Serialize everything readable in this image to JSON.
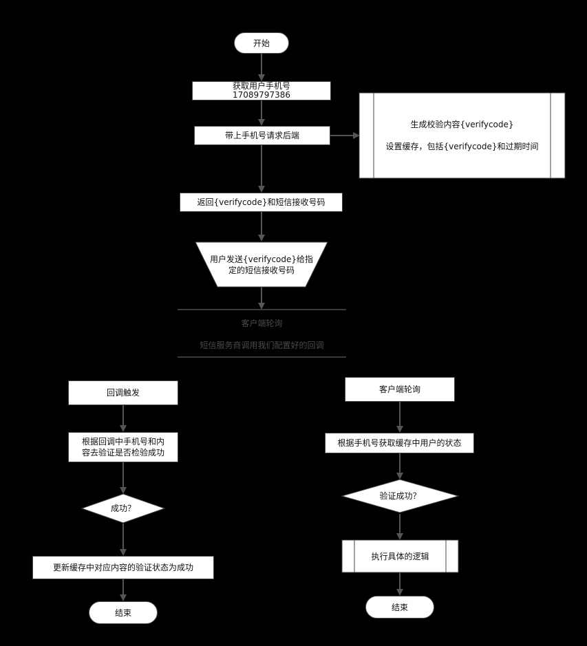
{
  "nodes": {
    "start": "开始",
    "get_phone_l1": "获取用户手机号",
    "get_phone_l2": "17089797386",
    "request_backend": "带上手机号请求后端",
    "server_l1": "生成校验内容{verifycode}",
    "server_l2": "设置缓存，包括{verifycode}和过期时间",
    "return_code": "返回{verifycode}和短信接收号码",
    "user_send_l1": "用户发送{verifycode}给指",
    "user_send_l2": "定的短信接收号码",
    "divider_1": "客户端轮询",
    "divider_2": "短信服务商调用我们配置好的回调",
    "callback_trigger": "回调触发",
    "verify_l1": "根据回调中手机号和内",
    "verify_l2": "容去验证是否检验成功",
    "success_q_left": "成功？",
    "update_cache": "更新缓存中对应内容的验证状态为成功",
    "end_left": "结束",
    "client_poll": "客户端轮询",
    "get_status": "根据手机号获取缓存中用户的状态",
    "verify_success_q": "验证成功？",
    "exec_logic": "执行具体的逻辑",
    "end_right": "结束"
  }
}
